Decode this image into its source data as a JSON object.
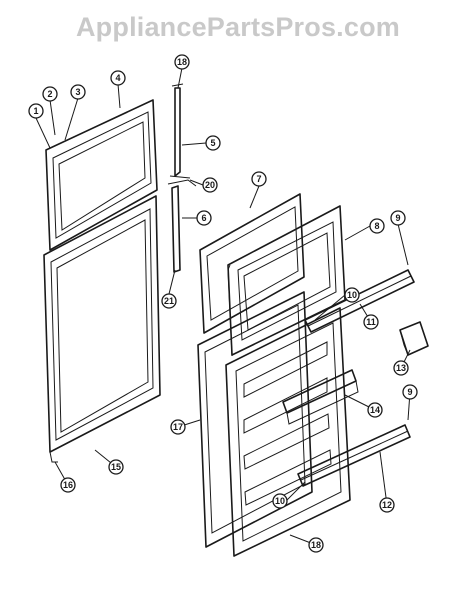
{
  "watermark": "AppliancePartsPros.com",
  "callouts": [
    {
      "label": "1"
    },
    {
      "label": "2"
    },
    {
      "label": "3"
    },
    {
      "label": "4"
    },
    {
      "label": "18"
    },
    {
      "label": "5"
    },
    {
      "label": "20"
    },
    {
      "label": "6"
    },
    {
      "label": "7"
    },
    {
      "label": "8"
    },
    {
      "label": "9"
    },
    {
      "label": "21"
    },
    {
      "label": "10"
    },
    {
      "label": "11"
    },
    {
      "label": "13"
    },
    {
      "label": "14"
    },
    {
      "label": "9"
    },
    {
      "label": "17"
    },
    {
      "label": "15"
    },
    {
      "label": "16"
    },
    {
      "label": "10"
    },
    {
      "label": "12"
    },
    {
      "label": "18"
    }
  ]
}
